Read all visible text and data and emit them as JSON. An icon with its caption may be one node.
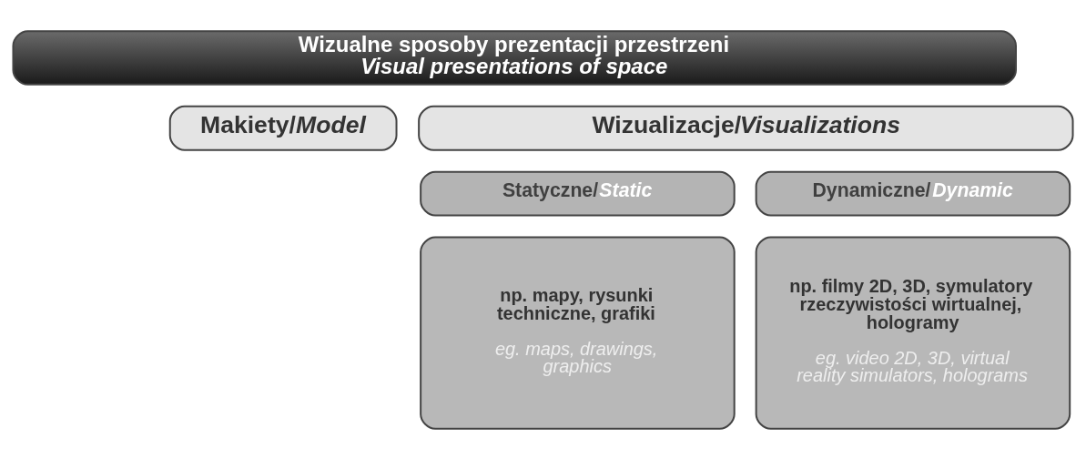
{
  "diagram": {
    "nodes": [
      {
        "text": [
          "Wizualne sposoby prezentacji przestrzeni",
          "*Visual presentations of space*"
        ]
      },
      {
        "text": [
          "Makiety/*Model*"
        ]
      },
      {
        "text": [
          "Wizualizacje/*Visualizations*"
        ]
      },
      {
        "text": [
          "Statyczne/*Static*"
        ]
      },
      {
        "text": [
          "Dynamiczne/*Dynamic*"
        ]
      },
      {
        "text": [
          "np. mapy, rysunki techniczne, grafiki",
          "*eg. maps, drawings, graphics*"
        ]
      },
      {
        "text": [
          "np. filmy 2D, 3D, symulatory rzeczywistości wirtualnej, hologramy",
          "*eg. video 2D, 3D, virtual reality simulators, holograms*"
        ]
      }
    ]
  }
}
